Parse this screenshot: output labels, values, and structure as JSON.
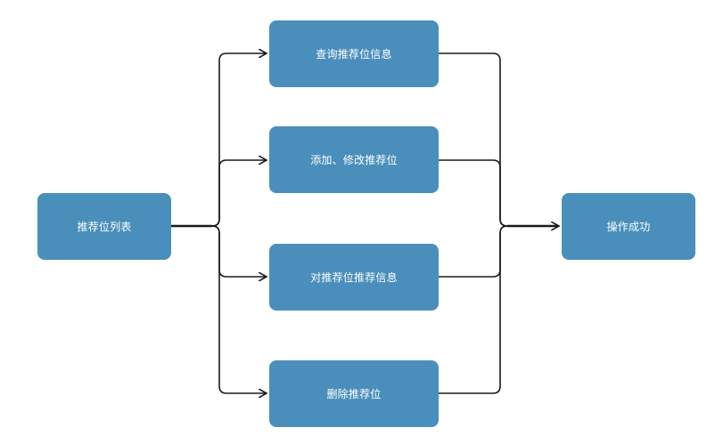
{
  "diagram": {
    "nodes": {
      "list": "推荐位列表",
      "query": "查询推荐位信息",
      "edit": "添加、修改推荐位",
      "pair": "对推荐位推荐信息",
      "delete": "删除推荐位",
      "success": "操作成功"
    },
    "colors": {
      "node_fill": "#4a8fbb",
      "node_text": "#ffffff",
      "edge": "#1a1a1a"
    },
    "edges": [
      {
        "from": "list",
        "to": "query"
      },
      {
        "from": "list",
        "to": "edit"
      },
      {
        "from": "list",
        "to": "pair"
      },
      {
        "from": "list",
        "to": "delete"
      },
      {
        "from": "query",
        "to": "success"
      },
      {
        "from": "edit",
        "to": "success"
      },
      {
        "from": "pair",
        "to": "success"
      },
      {
        "from": "delete",
        "to": "success"
      }
    ]
  }
}
